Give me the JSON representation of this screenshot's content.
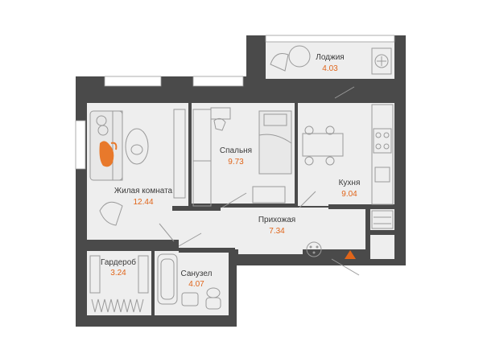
{
  "rooms": {
    "loggia": {
      "name": "Лоджия",
      "area": "4.03"
    },
    "living": {
      "name": "Жилая комната",
      "area": "12.44"
    },
    "bedroom": {
      "name": "Спальня",
      "area": "9.73"
    },
    "kitchen": {
      "name": "Кухня",
      "area": "9.04"
    },
    "hallway": {
      "name": "Прихожая",
      "area": "7.34"
    },
    "wardrobe": {
      "name": "Гардероб",
      "area": "3.24"
    },
    "bathroom": {
      "name": "Санузел",
      "area": "4.07"
    }
  },
  "colors": {
    "wall": "#4a4a4a",
    "floor": "#eeeeee",
    "area_text": "#e0651a",
    "entrance_marker": "#e0651a",
    "cat": "#e8792b"
  },
  "icons": [
    "entrance-arrow-icon",
    "cat-icon",
    "fan-icon",
    "stove-icon"
  ]
}
